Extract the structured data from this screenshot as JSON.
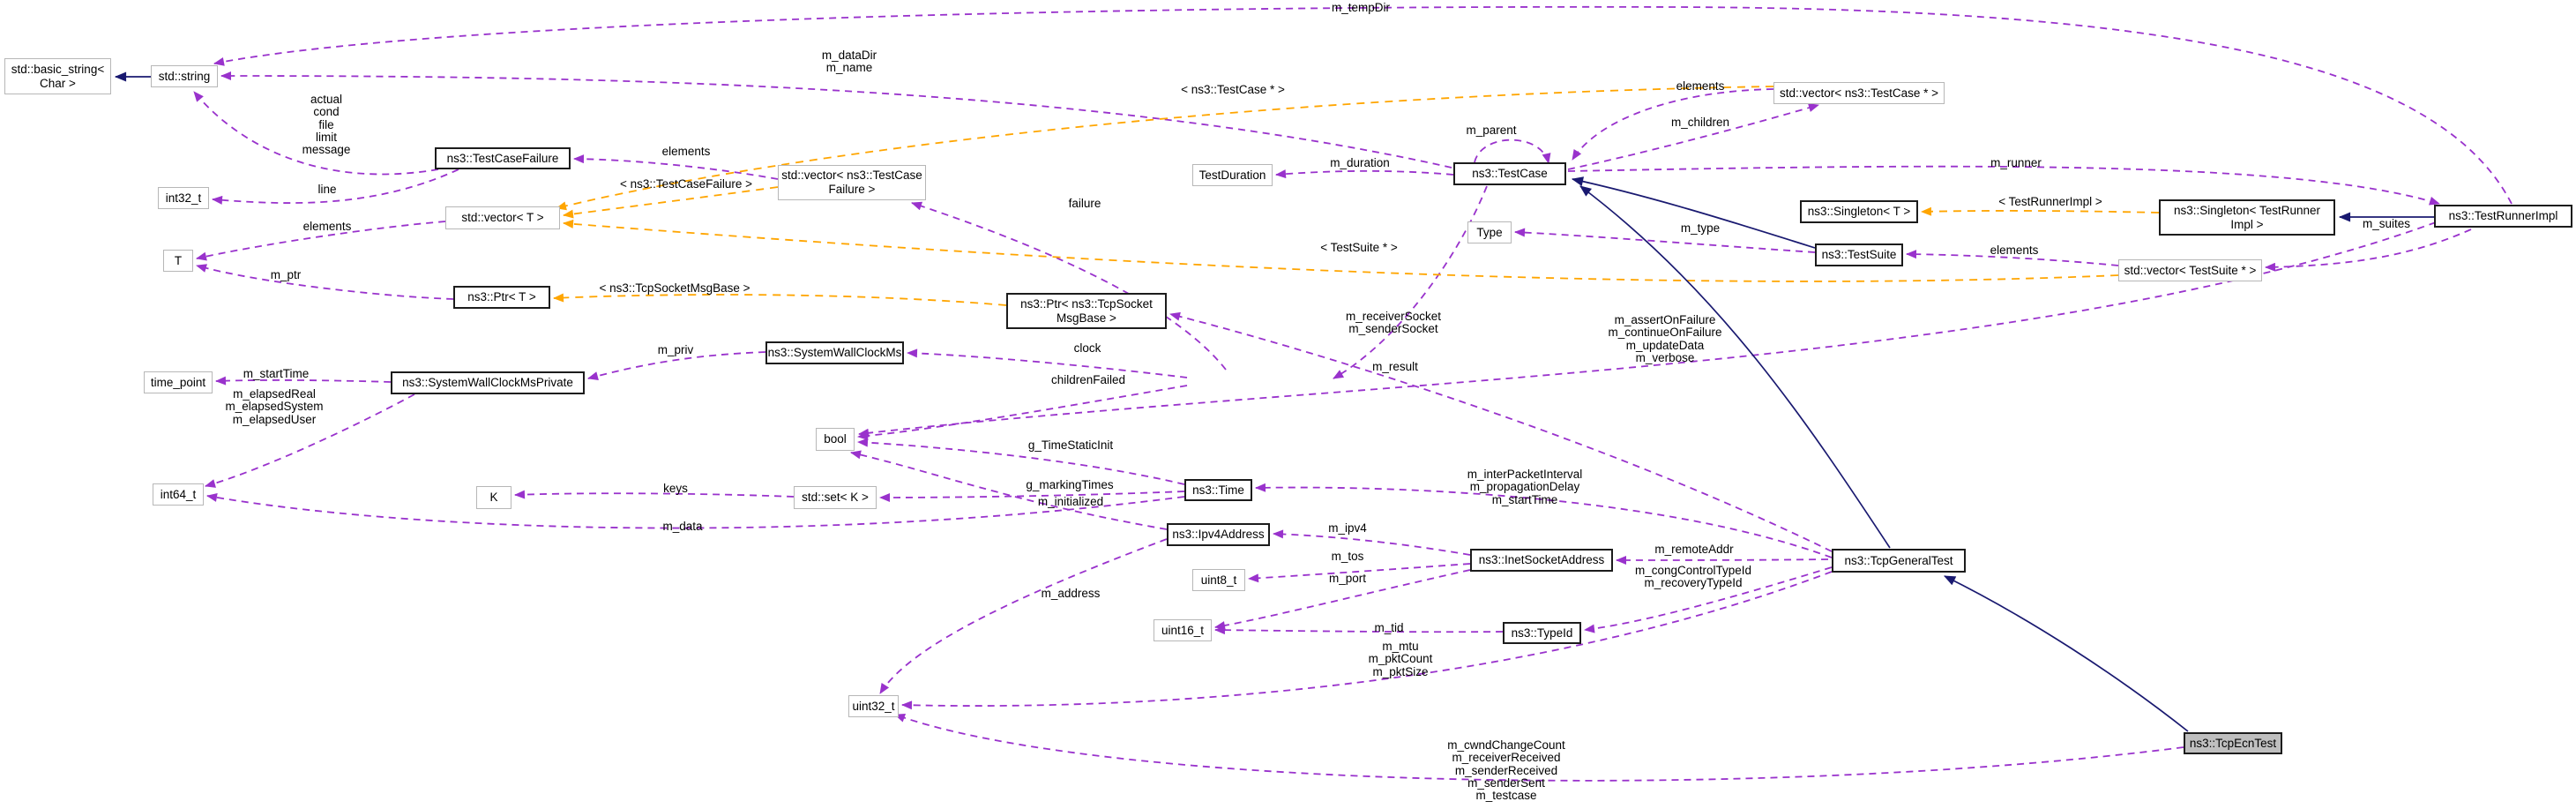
{
  "diagram": {
    "type": "doxygen-collaboration-graph",
    "colors": {
      "usage_edge": "#9932cc",
      "template_edge": "#ffa500",
      "inheritance_edge": "#191970",
      "node_border_plain": "#b7b7b7",
      "node_border_class": "#1c1c1c",
      "highlight_fill": "#bfbfbf",
      "background": "#ffffff"
    },
    "nodes": [
      {
        "label": "std::basic_string<\nChar >"
      },
      {
        "label": "std::string"
      },
      {
        "label": "int32_t"
      },
      {
        "label": "ns3::TestCaseFailure"
      },
      {
        "label": "std::vector< T >"
      },
      {
        "label": "T"
      },
      {
        "label": "ns3::Ptr< T >"
      },
      {
        "label": "std::vector< ns3::TestCase\nFailure >"
      },
      {
        "label": "ns3::Ptr< ns3::TcpSocket\nMsgBase >"
      },
      {
        "label": "ns3::SystemWallClockMs"
      },
      {
        "label": "ns3::SystemWallClockMsPrivate"
      },
      {
        "label": "time_point"
      },
      {
        "label": "int64_t"
      },
      {
        "label": "K"
      },
      {
        "label": "std::set< K >"
      },
      {
        "label": "bool"
      },
      {
        "label": "ns3::Time"
      },
      {
        "label": "ns3::Ipv4Address"
      },
      {
        "label": "uint8_t"
      },
      {
        "label": "uint16_t"
      },
      {
        "label": "ns3::InetSocketAddress"
      },
      {
        "label": "ns3::TypeId"
      },
      {
        "label": "uint32_t"
      },
      {
        "label": "TestDuration"
      },
      {
        "label": "ns3::TestCase"
      },
      {
        "label": "Type"
      },
      {
        "label": "std::vector< ns3::TestCase * >"
      },
      {
        "label": "ns3::Singleton< T >"
      },
      {
        "label": "ns3::TestSuite"
      },
      {
        "label": "std::vector< TestSuite * >"
      },
      {
        "label": "ns3::Singleton< TestRunner\nImpl >"
      },
      {
        "label": "ns3::TestRunnerImpl"
      },
      {
        "label": "ns3::TcpGeneralTest"
      },
      {
        "label": "ns3::TcpEcnTest"
      }
    ],
    "edge_labels": [
      {
        "text": "m_tempDir"
      },
      {
        "text": "m_dataDir\nm_name"
      },
      {
        "text": "actual\ncond\nfile\nlimit\nmessage"
      },
      {
        "text": "line"
      },
      {
        "text": "elements"
      },
      {
        "text": "m_ptr"
      },
      {
        "text": "elements"
      },
      {
        "text": "< ns3::TestCaseFailure >"
      },
      {
        "text": "< ns3::TestCase * >"
      },
      {
        "text": "m_parent"
      },
      {
        "text": "m_duration"
      },
      {
        "text": "failure"
      },
      {
        "text": "< TestSuite * >"
      },
      {
        "text": "elements"
      },
      {
        "text": "m_children"
      },
      {
        "text": "m_runner"
      },
      {
        "text": "< TestRunnerImpl >"
      },
      {
        "text": "m_type"
      },
      {
        "text": "elements"
      },
      {
        "text": "m_suites"
      },
      {
        "text": "< ns3::TcpSocketMsgBase >"
      },
      {
        "text": "m_priv"
      },
      {
        "text": "m_startTime"
      },
      {
        "text": "m_elapsedReal\nm_elapsedSystem\nm_elapsedUser"
      },
      {
        "text": "clock"
      },
      {
        "text": "childrenFailed"
      },
      {
        "text": "m_receiverSocket\nm_senderSocket"
      },
      {
        "text": "m_result"
      },
      {
        "text": "m_assertOnFailure\nm_continueOnFailure\nm_updateData\nm_verbose"
      },
      {
        "text": "g_TimeStaticInit"
      },
      {
        "text": "g_markingTimes"
      },
      {
        "text": "m_initialized"
      },
      {
        "text": "keys"
      },
      {
        "text": "m_data"
      },
      {
        "text": "m_address"
      },
      {
        "text": "m_interPacketInterval\nm_propagationDelay\nm_startTime"
      },
      {
        "text": "m_ipv4"
      },
      {
        "text": "m_tos"
      },
      {
        "text": "m_port"
      },
      {
        "text": "m_remoteAddr"
      },
      {
        "text": "m_congControlTypeId\nm_recoveryTypeId"
      },
      {
        "text": "m_tid"
      },
      {
        "text": "m_mtu\nm_pktCount\nm_pktSize"
      },
      {
        "text": "m_cwndChangeCount\nm_receiverReceived\nm_senderReceived\nm_senderSent\nm_testcase"
      }
    ]
  }
}
